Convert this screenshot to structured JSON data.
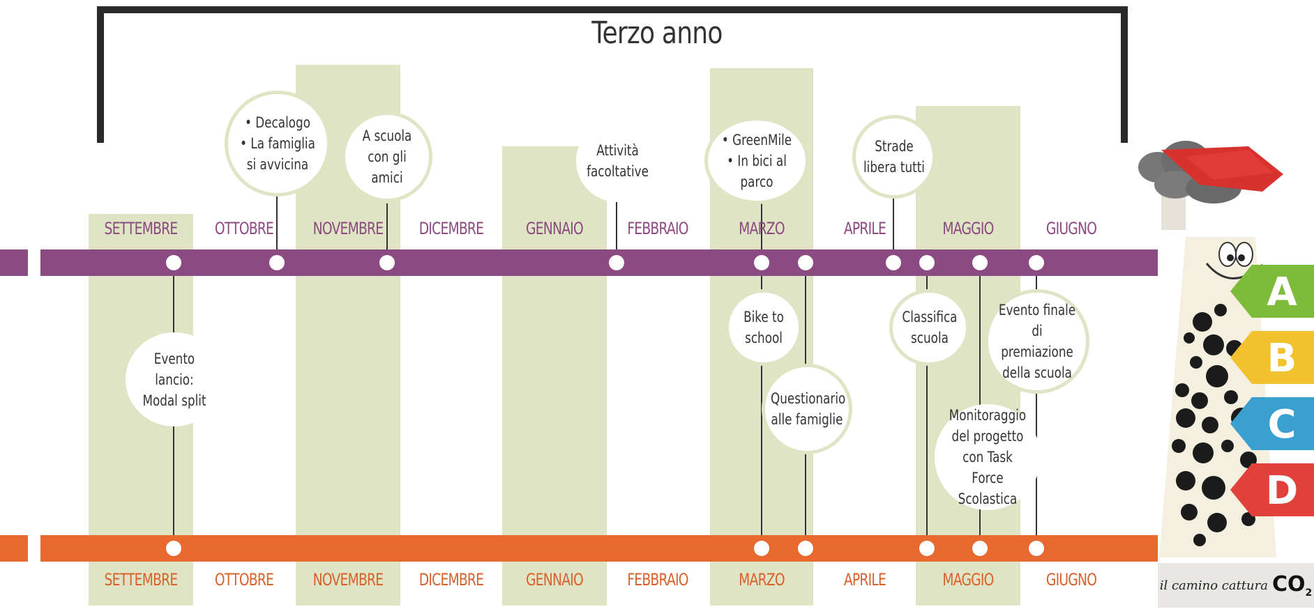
{
  "title": "Terzo anno",
  "months": [
    "SETTEMBRE",
    "OTTOBRE",
    "NOVEMBRE",
    "DICEMBRE",
    "GENNAIO",
    "FEBBRAIO",
    "MARZO",
    "APRILE",
    "MAGGIO",
    "GIUGNO"
  ],
  "events_top": [
    {
      "label": "• Decalogo\n• La famiglia si avvicina",
      "month": "OTTOBRE"
    },
    {
      "label": "A scuola con gli amici",
      "month": "NOVEMBRE"
    },
    {
      "label": "Attività facoltative",
      "month": "FEBBRAIO"
    },
    {
      "label": "• GreenMile\n• In bici al parco",
      "month": "MARZO"
    },
    {
      "label": "Strade libera tutti",
      "month": "APRILE"
    }
  ],
  "events_between": [
    {
      "label": "Evento lancio: Modal split",
      "month": "SETTEMBRE"
    },
    {
      "label": "Bike to school",
      "month": "MARZO"
    },
    {
      "label": "Questionario alle famiglie",
      "month": "MARZO"
    },
    {
      "label": "Classifica scuola",
      "month": "MAGGIO"
    },
    {
      "label": "Evento finale di premiazione della scuola",
      "month": "GIUGNO"
    },
    {
      "label": "Monitoraggio del progetto con Task Force Scolastica",
      "month": "MAGGIO"
    }
  ],
  "energy_labels": [
    "A",
    "B",
    "C",
    "D"
  ],
  "energy_colors": [
    "#7dbb3a",
    "#f2c12e",
    "#3aa0cf",
    "#e0413a"
  ],
  "colors": {
    "purple_line": "#8b4a81",
    "orange_line": "#e8692f",
    "column": "#dfe4c5",
    "month_purple": "#8a4a7e",
    "month_orange": "#d9602a"
  },
  "caption": {
    "text": "il camino cattura",
    "co": "CO",
    "sub": "2"
  }
}
